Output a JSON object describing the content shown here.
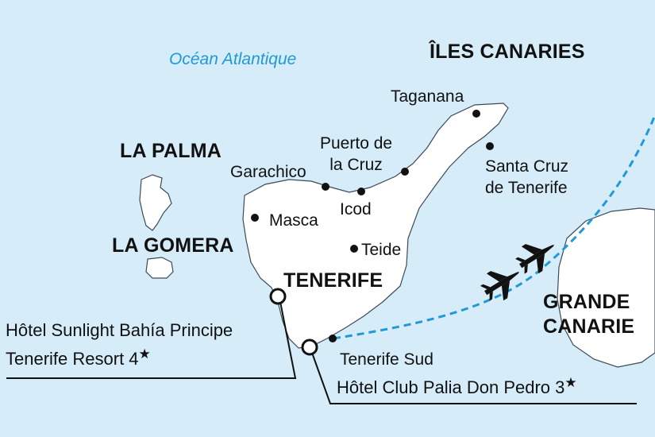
{
  "ocean_label": "Océan Atlantique",
  "region_title": "ÎLES CANARIES",
  "islands": {
    "la_palma": "LA PALMA",
    "la_gomera": "LA GOMERA",
    "tenerife": "TENERIFE",
    "grande_canarie": [
      "GRANDE",
      "CANARIE"
    ]
  },
  "places": {
    "taganana": "Taganana",
    "puerto_de_la_cruz": [
      "Puerto de",
      "la Cruz"
    ],
    "santa_cruz": [
      "Santa Cruz",
      "de Tenerife"
    ],
    "garachico": "Garachico",
    "icod": "Icod",
    "masca": "Masca",
    "teide": "Teide",
    "tenerife_sud": "Tenerife Sud"
  },
  "hotels": {
    "sunlight": {
      "line1": "Hôtel Sunlight Bahía Principe",
      "line2": "Tenerife Resort 4",
      "star": "★"
    },
    "palia": {
      "name": "Hôtel Club Palia Don Pedro 3",
      "star": "★"
    }
  },
  "colors": {
    "sea": "#d6ecf9",
    "land": "#ffffff",
    "coast": "#3d4a57",
    "flight_route": "#1f9ad6",
    "ocean_text": "#1f9ad6"
  },
  "icons": [
    "airplane-icon",
    "town-dot-icon",
    "hotel-marker-icon",
    "star-icon"
  ]
}
